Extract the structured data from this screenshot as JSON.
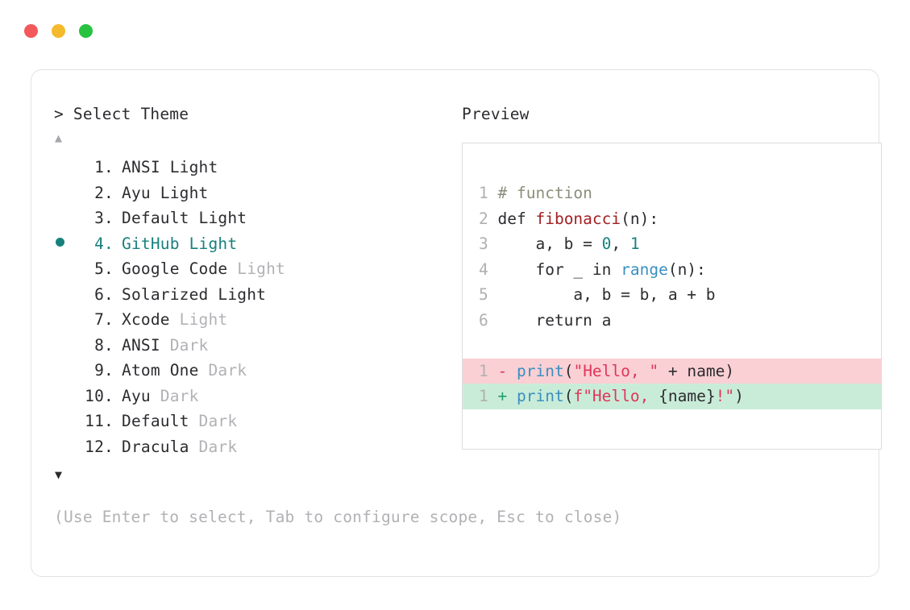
{
  "titlebar": {
    "dots": [
      {
        "name": "close-dot",
        "color": "#f3595b"
      },
      {
        "name": "minimize-dot",
        "color": "#f5b92c"
      },
      {
        "name": "maximize-dot",
        "color": "#27c23f"
      }
    ]
  },
  "left": {
    "prompt": "> Select Theme",
    "scroll_up_icon": "▲",
    "scroll_down_icon": "▼",
    "selected_index": 4,
    "items": [
      {
        "num": " 1.",
        "name": "ANSI",
        "variant": "Light",
        "variant_dim": false,
        "selected": false,
        "bullet": ""
      },
      {
        "num": " 2.",
        "name": "Ayu",
        "variant": "Light",
        "variant_dim": false,
        "selected": false,
        "bullet": ""
      },
      {
        "num": " 3.",
        "name": "Default",
        "variant": "Light",
        "variant_dim": false,
        "selected": false,
        "bullet": ""
      },
      {
        "num": " 4.",
        "name": "GitHub",
        "variant": "Light",
        "variant_dim": false,
        "selected": true,
        "bullet": "●"
      },
      {
        "num": " 5.",
        "name": "Google Code",
        "variant": "Light",
        "variant_dim": true,
        "selected": false,
        "bullet": ""
      },
      {
        "num": " 6.",
        "name": "Solarized",
        "variant": "Light",
        "variant_dim": false,
        "selected": false,
        "bullet": ""
      },
      {
        "num": " 7.",
        "name": "Xcode",
        "variant": "Light",
        "variant_dim": true,
        "selected": false,
        "bullet": ""
      },
      {
        "num": " 8.",
        "name": "ANSI",
        "variant": "Dark",
        "variant_dim": true,
        "selected": false,
        "bullet": ""
      },
      {
        "num": " 9.",
        "name": "Atom One",
        "variant": "Dark",
        "variant_dim": true,
        "selected": false,
        "bullet": ""
      },
      {
        "num": "10.",
        "name": "Ayu",
        "variant": "Dark",
        "variant_dim": true,
        "selected": false,
        "bullet": ""
      },
      {
        "num": "11.",
        "name": "Default",
        "variant": "Dark",
        "variant_dim": true,
        "selected": false,
        "bullet": ""
      },
      {
        "num": "12.",
        "name": "Dracula",
        "variant": "Dark",
        "variant_dim": true,
        "selected": false,
        "bullet": ""
      }
    ],
    "hint": "(Use Enter to select, Tab to configure scope, Esc to close)"
  },
  "right": {
    "title": "Preview",
    "code_lines": [
      {
        "ln": "1",
        "tokens": [
          {
            "t": "# function",
            "c": "comment"
          }
        ]
      },
      {
        "ln": "2",
        "tokens": [
          {
            "t": "def ",
            "c": "kw"
          },
          {
            "t": "fibonacci",
            "c": "fn-def"
          },
          {
            "t": "(n):",
            "c": "plain"
          }
        ]
      },
      {
        "ln": "3",
        "tokens": [
          {
            "t": "    a, b = ",
            "c": "plain"
          },
          {
            "t": "0",
            "c": "num"
          },
          {
            "t": ", ",
            "c": "plain"
          },
          {
            "t": "1",
            "c": "num"
          }
        ]
      },
      {
        "ln": "4",
        "tokens": [
          {
            "t": "    for _ in ",
            "c": "plain"
          },
          {
            "t": "range",
            "c": "builtin"
          },
          {
            "t": "(n):",
            "c": "plain"
          }
        ]
      },
      {
        "ln": "5",
        "tokens": [
          {
            "t": "        a, b = b, a + b",
            "c": "plain"
          }
        ]
      },
      {
        "ln": "6",
        "tokens": [
          {
            "t": "    return a",
            "c": "plain"
          }
        ]
      }
    ],
    "diff_lines": [
      {
        "ln": "1",
        "kind": "del",
        "marker": "-",
        "tokens": [
          {
            "t": "print",
            "c": "builtin"
          },
          {
            "t": "(",
            "c": "plain"
          },
          {
            "t": "\"Hello, \"",
            "c": "str"
          },
          {
            "t": " + name)",
            "c": "plain"
          }
        ]
      },
      {
        "ln": "1",
        "kind": "add",
        "marker": "+",
        "tokens": [
          {
            "t": "print",
            "c": "builtin"
          },
          {
            "t": "(",
            "c": "plain"
          },
          {
            "t": "f\"Hello, ",
            "c": "str"
          },
          {
            "t": "{name}",
            "c": "plain"
          },
          {
            "t": "!\"",
            "c": "str"
          },
          {
            "t": ")",
            "c": "plain"
          }
        ]
      }
    ]
  },
  "colors": {
    "accent_teal": "#17807d",
    "dim_gray": "#b2b2b6",
    "text": "#2c2c30",
    "diff_del_bg": "#fad0d4",
    "diff_add_bg": "#c9ecd8",
    "string": "#e0355a",
    "builtin_blue": "#3a8fc0",
    "fn_red": "#a31f23",
    "comment": "#8d8d7c",
    "card_border": "#e2e2e4",
    "panel_border": "#dcdcde"
  }
}
